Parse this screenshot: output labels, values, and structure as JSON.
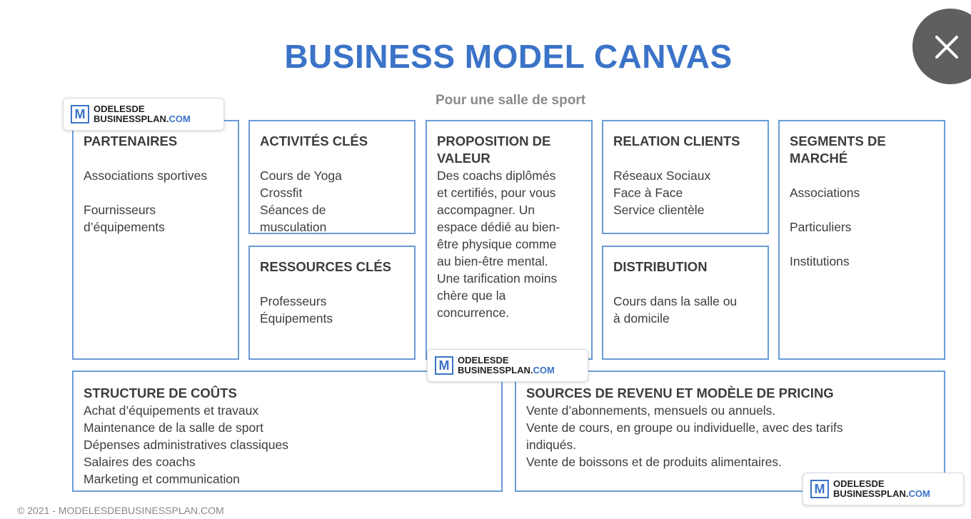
{
  "title": "BUSINESS MODEL CANVAS",
  "subtitle": "Pour une salle de sport",
  "logo": {
    "letter": "M",
    "line1": "ODELESDE",
    "line2a": "BUSINESSPLAN.",
    "line2b": "COM"
  },
  "partenaires": {
    "title": "PARTENAIRES",
    "items": [
      "Associations sportives",
      "Fournisseurs",
      "d’équipements"
    ]
  },
  "activites": {
    "title": "ACTIVITÉS CLÉS",
    "items": [
      "Cours de Yoga",
      "Crossfit",
      "Séances de",
      "musculation"
    ]
  },
  "ressources": {
    "title": "RESSOURCES CLÉS",
    "items": [
      "Professeurs",
      "Équipements"
    ]
  },
  "proposition": {
    "title1": "PROPOSITION DE",
    "title2": "VALEUR",
    "items": [
      "Des coachs diplômés",
      "et certifiés, pour vous",
      "accompagner. Un",
      "espace dédié au bien-",
      "être physique comme",
      "au bien-être mental.",
      "Une tarification moins",
      "chère que la",
      "concurrence."
    ]
  },
  "relation": {
    "title": "RELATION CLIENTS",
    "items": [
      "Réseaux Sociaux",
      "Face à Face",
      "Service clientèle"
    ]
  },
  "distribution": {
    "title": "DISTRIBUTION",
    "items": [
      "Cours dans la salle ou",
      "à domicile"
    ]
  },
  "segments": {
    "title1": "SEGMENTS DE",
    "title2": "MARCHÉ",
    "items": [
      "Associations",
      "Particuliers",
      "Institutions"
    ]
  },
  "couts": {
    "title": "STRUCTURE DE COÛTS",
    "items": [
      "Achat d’équipements et travaux",
      "Maintenance de la salle de sport",
      "Dépenses administratives classiques",
      "Salaires des coachs",
      "Marketing et communication"
    ]
  },
  "revenus": {
    "title": "SOURCES DE REVENU ET MODÈLE DE PRICING",
    "items": [
      "Vente d’abonnements, mensuels ou annuels.",
      "Vente de cours, en groupe ou individuelle, avec des tarifs",
      "indiqués.",
      "Vente de boissons et de produits alimentaires."
    ]
  },
  "footer": "© 2021 - MODELESDEBUSINESSPLAN.COM"
}
